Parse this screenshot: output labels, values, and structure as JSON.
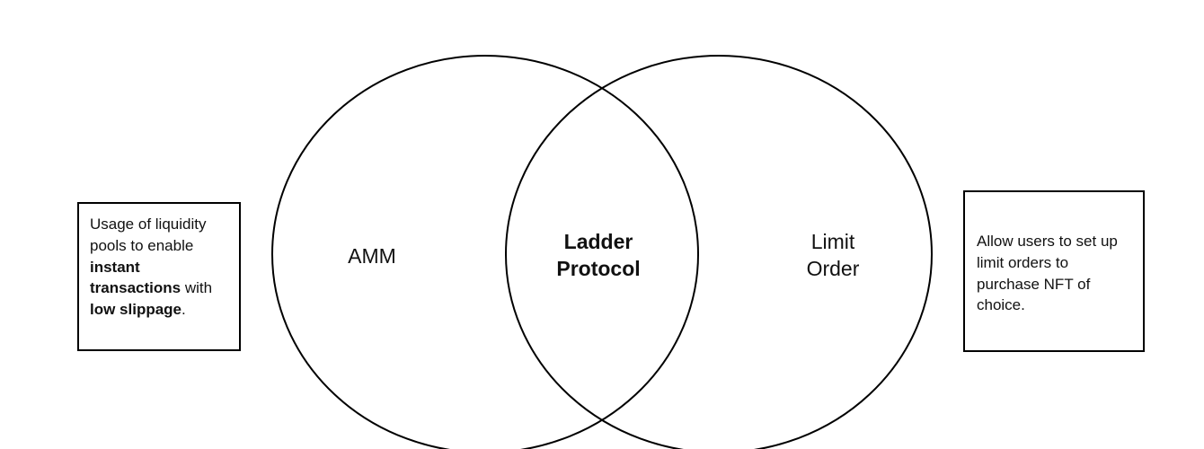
{
  "diagram": {
    "type": "venn",
    "circles": [
      {
        "id": "amm",
        "lines": [
          "AMM"
        ]
      },
      {
        "id": "limit",
        "lines": [
          "Limit",
          "Order"
        ]
      }
    ],
    "intersection": {
      "lines": [
        "Ladder",
        "Protocol"
      ],
      "bold": true
    }
  },
  "notes": {
    "left": {
      "parts": [
        {
          "text": "Usage of liquidity pools to enable ",
          "bold": false
        },
        {
          "text": "instant transactions",
          "bold": true
        },
        {
          "text": " with ",
          "bold": false
        },
        {
          "text": "low slippage",
          "bold": true
        },
        {
          "text": ".",
          "bold": false
        }
      ]
    },
    "right": {
      "parts": [
        {
          "text": "Allow users to set up limit orders to purchase NFT of choice.",
          "bold": false
        }
      ]
    }
  },
  "colors": {
    "stroke": "#000000",
    "text": "#111111",
    "background": "#ffffff"
  }
}
